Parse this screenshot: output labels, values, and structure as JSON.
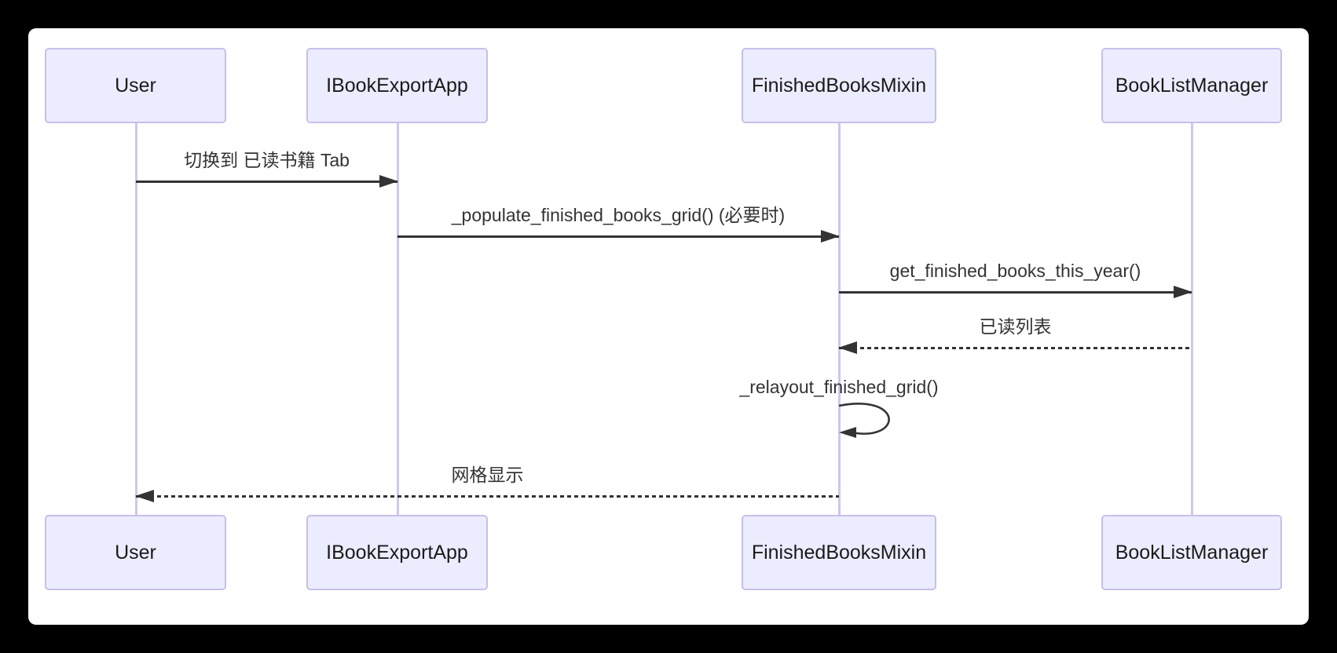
{
  "diagram": {
    "type": "sequence-diagram",
    "actors": [
      {
        "id": "user",
        "label": "User"
      },
      {
        "id": "app",
        "label": "IBookExportApp"
      },
      {
        "id": "mixin",
        "label": "FinishedBooksMixin"
      },
      {
        "id": "mgr",
        "label": "BookListManager"
      }
    ],
    "messages": [
      {
        "from": "User",
        "to": "IBookExportApp",
        "label": "切换到 已读书籍 Tab",
        "line": "solid",
        "direction": "right"
      },
      {
        "from": "IBookExportApp",
        "to": "FinishedBooksMixin",
        "label": "_populate_finished_books_grid() (必要时)",
        "line": "solid",
        "direction": "right"
      },
      {
        "from": "FinishedBooksMixin",
        "to": "BookListManager",
        "label": "get_finished_books_this_year()",
        "line": "solid",
        "direction": "right"
      },
      {
        "from": "BookListManager",
        "to": "FinishedBooksMixin",
        "label": "已读列表",
        "line": "dashed",
        "direction": "left"
      },
      {
        "from": "FinishedBooksMixin",
        "to": "FinishedBooksMixin",
        "label": "_relayout_finished_grid()",
        "line": "solid",
        "direction": "self"
      },
      {
        "from": "FinishedBooksMixin",
        "to": "User",
        "label": "网格显示",
        "line": "dashed",
        "direction": "left"
      }
    ],
    "colors": {
      "page_bg": "#000000",
      "canvas_bg": "#ffffff",
      "actor_fill": "#ECECFF",
      "actor_border": "#c6c0e8",
      "lifeline": "#cdc8ec",
      "arrow": "#333333",
      "msg_text": "#333333"
    }
  }
}
